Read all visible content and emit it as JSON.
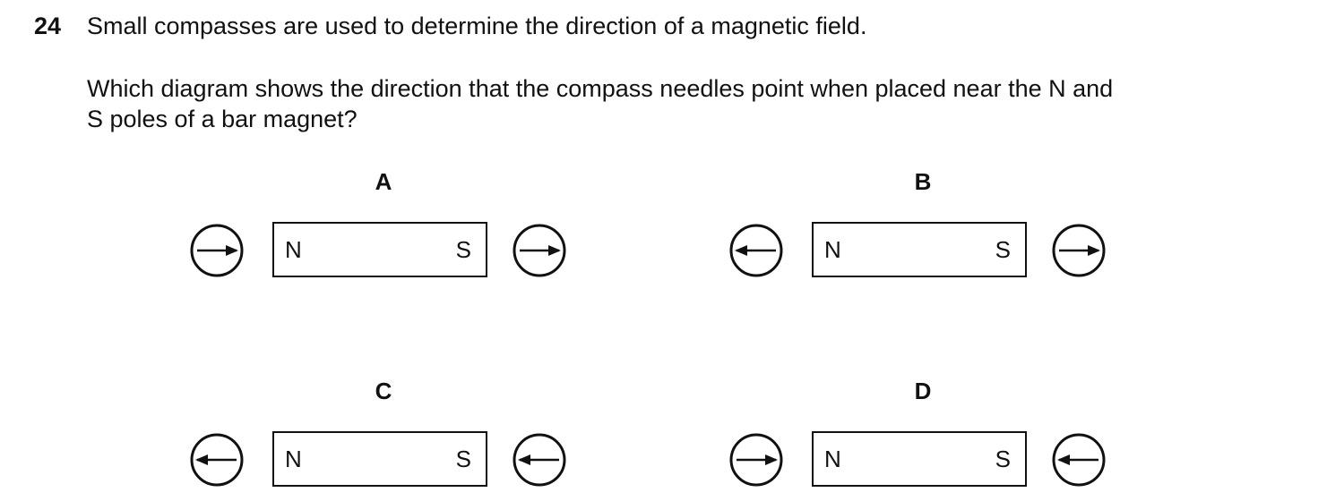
{
  "question": {
    "number": "24",
    "text": "Small compasses are used to determine the direction of a magnetic field.",
    "prompt_line1": "Which diagram shows the direction that the compass needles point when placed near the N and",
    "prompt_line2": "S poles of a bar magnet?"
  },
  "options": [
    {
      "label": "A",
      "north_pole": "N",
      "south_pole": "S",
      "left_compass": "right",
      "right_compass": "right"
    },
    {
      "label": "B",
      "north_pole": "N",
      "south_pole": "S",
      "left_compass": "left",
      "right_compass": "right"
    },
    {
      "label": "C",
      "north_pole": "N",
      "south_pole": "S",
      "left_compass": "left",
      "right_compass": "left"
    },
    {
      "label": "D",
      "north_pole": "N",
      "south_pole": "S",
      "left_compass": "right",
      "right_compass": "left"
    }
  ]
}
